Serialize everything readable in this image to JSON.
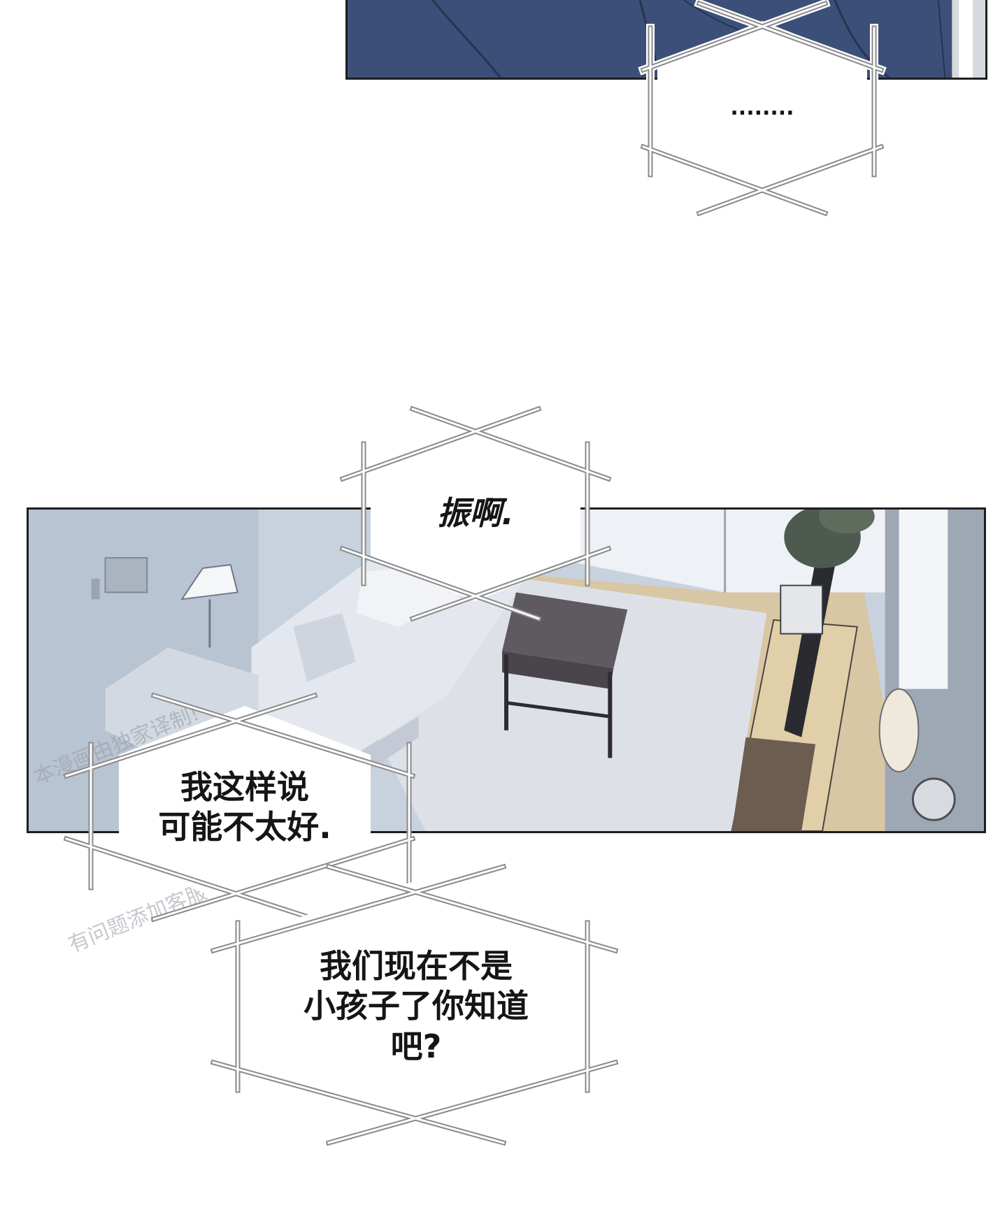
{
  "bubbles": {
    "ellipsis": "........",
    "zhen_ah": "振啊.",
    "line_a": "我这样说\n可能不太好.",
    "line_b": "我们现在不是\n小孩子了你知道\n吧?"
  },
  "watermark": {
    "line1": "本漫画由独家译制!",
    "line2": "有问题添加客服"
  },
  "colors": {
    "suit_blue": "#3c4f78",
    "room_wall": "#c8d2de",
    "floor_wood": "#d8c6a4",
    "rug": "#d9dde3",
    "table": "#5e5a60"
  }
}
